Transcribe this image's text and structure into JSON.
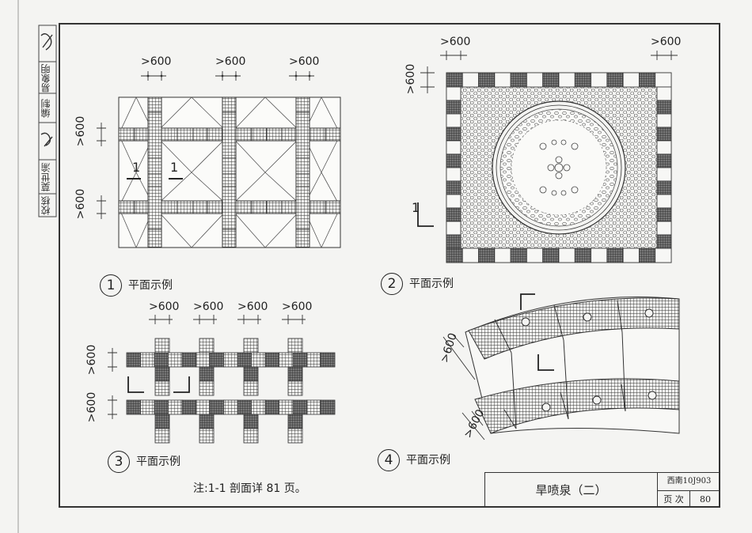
{
  "sidebar": {
    "cells": [
      "易象明",
      "编制",
      "",
      "莫世渝",
      "校核"
    ]
  },
  "dimension_label": ">600",
  "section_mark": "1",
  "figures": [
    {
      "number": "1",
      "caption": "平面示例"
    },
    {
      "number": "2",
      "caption": "平面示例"
    },
    {
      "number": "3",
      "caption": "平面示例"
    },
    {
      "number": "4",
      "caption": "平面示例"
    }
  ],
  "note": "注:1-1 剖面详 81 页。",
  "title_block": {
    "title": "旱喷泉（二）",
    "atlas_code": "西南10J903",
    "page_label": "页 次",
    "page_number": "80"
  }
}
